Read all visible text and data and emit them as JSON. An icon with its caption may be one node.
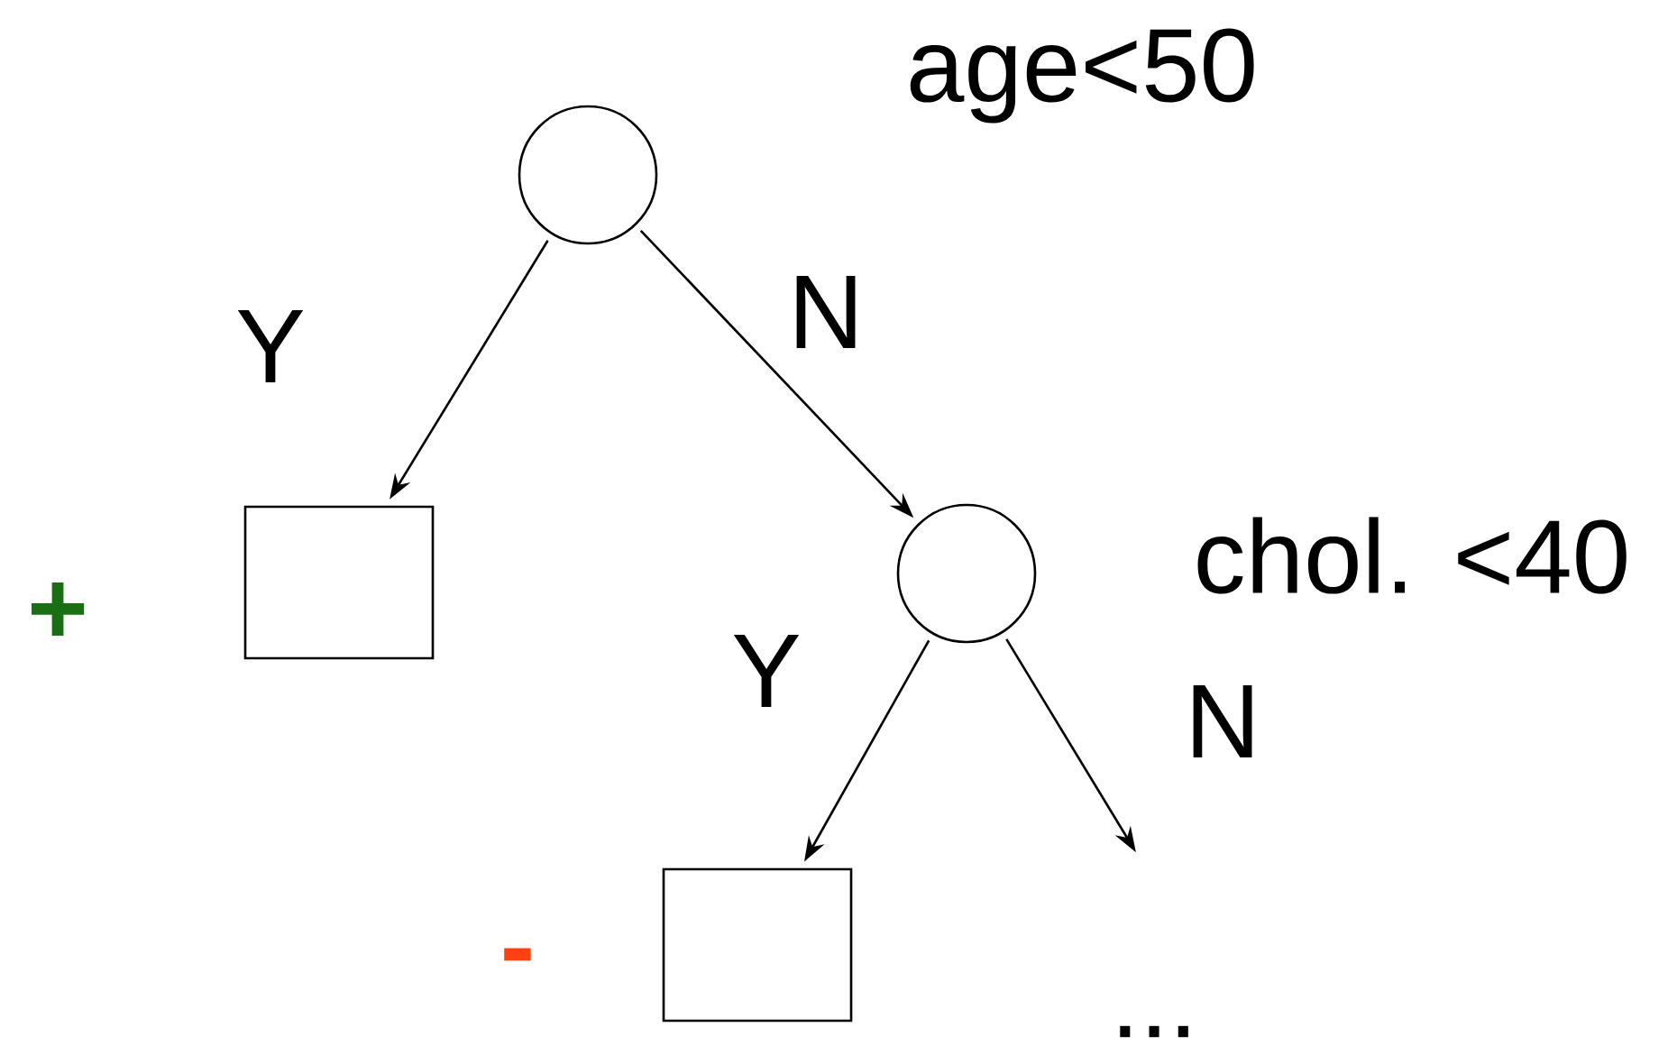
{
  "diagram": {
    "nodes": [
      {
        "text": [],
        "shape": "circle",
        "beside": [
          "age<50"
        ]
      },
      {
        "text": [],
        "shape": "box",
        "beside": [
          "+"
        ]
      },
      {
        "text": [],
        "shape": "circle",
        "beside": [
          "chol. <40"
        ]
      },
      {
        "text": [],
        "shape": "box",
        "beside": [
          "-"
        ]
      }
    ],
    "edges": [
      {
        "from": 0,
        "to": 1,
        "arrow": "to",
        "label": "Y"
      },
      {
        "from": 0,
        "to": 2,
        "arrow": "to",
        "label": "N"
      },
      {
        "from": 2,
        "to": 3,
        "arrow": "to",
        "label": "Y"
      },
      {
        "from": 2,
        "to": null,
        "arrow": "to",
        "label": "N"
      }
    ],
    "labels": [
      "..."
    ]
  }
}
